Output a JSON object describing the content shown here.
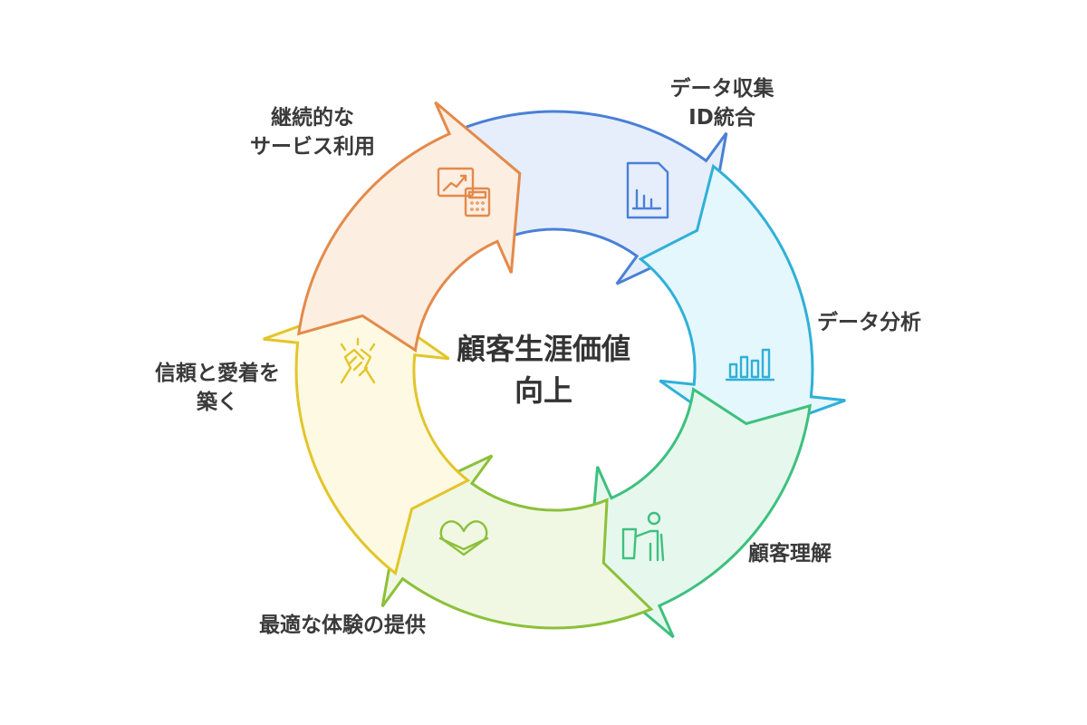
{
  "center": {
    "line1": "顧客生涯価値",
    "line2": "向上"
  },
  "stages": [
    {
      "key": "collect",
      "lines": [
        "データ収集",
        "ID統合"
      ],
      "icon": "sim-card-chart-icon",
      "color": "#4a80d6",
      "fill": "#e6eefc"
    },
    {
      "key": "analyze",
      "lines": [
        "データ分析"
      ],
      "icon": "bar-chart-icon",
      "color": "#2fb0d8",
      "fill": "#e4f7fc"
    },
    {
      "key": "understand",
      "lines": [
        "顧客理解"
      ],
      "icon": "person-at-podium-icon",
      "color": "#3ec07e",
      "fill": "#e6f8ee"
    },
    {
      "key": "experience",
      "lines": [
        "最適な体験の提供"
      ],
      "icon": "heart-box-icon",
      "color": "#8cc03a",
      "fill": "#f0f8e4"
    },
    {
      "key": "trust",
      "lines": [
        "信頼と愛着を",
        "築く"
      ],
      "icon": "handshake-icon",
      "color": "#e3c52a",
      "fill": "#fdf9e2"
    },
    {
      "key": "continue",
      "lines": [
        "継続的な",
        "サービス利用"
      ],
      "icon": "chart-calculator-icon",
      "color": "#e38a4a",
      "fill": "#fdeee2"
    }
  ]
}
